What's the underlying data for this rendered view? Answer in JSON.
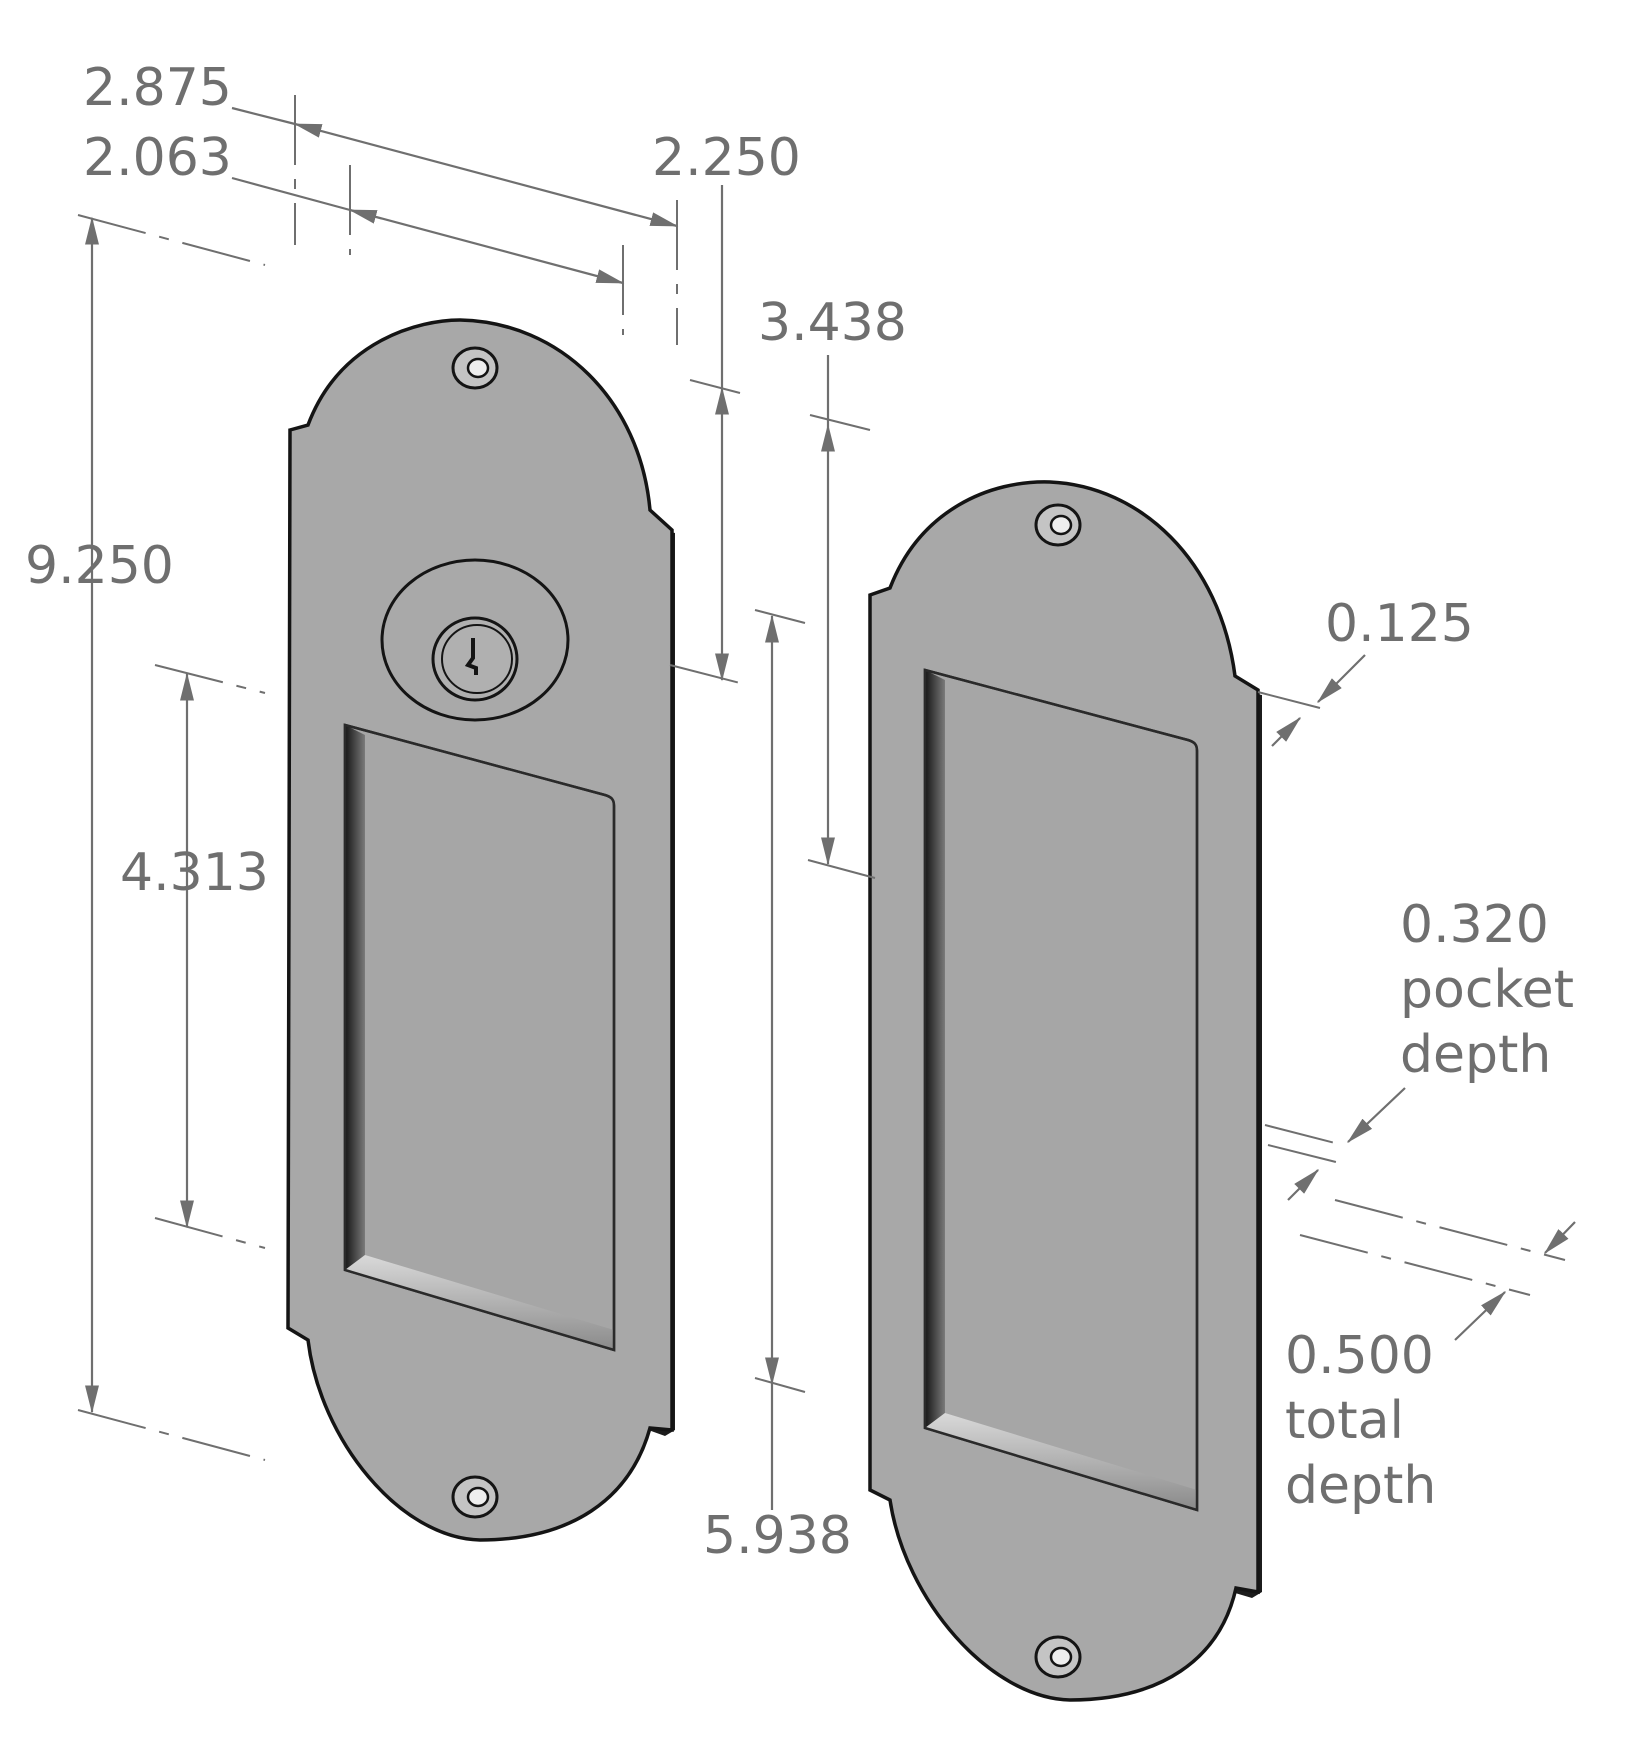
{
  "dimensions": {
    "d_2875": "2.875",
    "d_2063": "2.063",
    "d_2250": "2.250",
    "d_3438": "3.438",
    "d_9250": "9.250",
    "d_4313": "4.313",
    "d_5938": "5.938",
    "d_0125": "0.125",
    "d_0320": "0.320",
    "d_0320_line2": "pocket",
    "d_0320_line3": "depth",
    "d_0500": "0.500",
    "d_0500_line2": "total",
    "d_0500_line3": "depth"
  },
  "colors": {
    "plate": "#a8a8a8",
    "edge": "#1c1c1c",
    "dimension": "#6f6f6f"
  }
}
